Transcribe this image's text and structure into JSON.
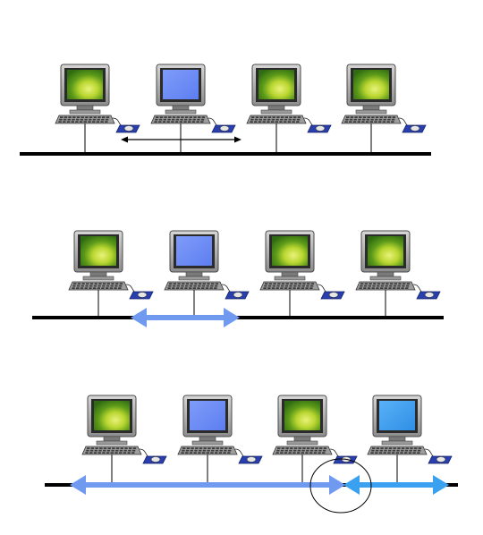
{
  "colors": {
    "background": "#ffffff",
    "bus": "#000000",
    "monitor_shell": "#b4b4b4",
    "monitor_shell_dark": "#6e6e6e",
    "screen_green_outer": "#2f6b12",
    "screen_green_inner": "#b9d630",
    "screen_blue": "#6f8ff7",
    "screen_lightblue": "#3f9ef2",
    "mouse_pad": "#2a3fae",
    "signal_blue": "#6f9af0",
    "signal_lightblue": "#3aa0f0",
    "collision_circle": "#000000"
  },
  "icons": {
    "computer": "desktop-computer-icon",
    "mouse": "mouse-icon",
    "collision": "collision-circle-icon"
  },
  "scenarios": [
    {
      "name": "single-transmission-start",
      "computers": [
        {
          "screen": "green",
          "shows_mouse": true
        },
        {
          "screen": "blue",
          "shows_mouse": true
        },
        {
          "screen": "green",
          "shows_mouse": true
        },
        {
          "screen": "green",
          "shows_mouse": true
        }
      ],
      "signal": {
        "style": "thin-double-arrow",
        "from_computer": 1,
        "spread": "short"
      }
    },
    {
      "name": "single-transmission-propagating",
      "computers": [
        {
          "screen": "green",
          "shows_mouse": true
        },
        {
          "screen": "blue",
          "shows_mouse": true
        },
        {
          "screen": "green",
          "shows_mouse": true
        },
        {
          "screen": "green",
          "shows_mouse": true
        }
      ],
      "signal": {
        "style": "thick-double-arrow",
        "from_computer": 1,
        "spread": "medium"
      }
    },
    {
      "name": "collision",
      "computers": [
        {
          "screen": "green",
          "shows_mouse": true
        },
        {
          "screen": "blue",
          "shows_mouse": true
        },
        {
          "screen": "green",
          "shows_mouse": true
        },
        {
          "screen": "lightblue",
          "shows_mouse": true
        }
      ],
      "signals": [
        {
          "style": "thick-double-arrow",
          "from_computer": 1,
          "color": "signal_blue"
        },
        {
          "style": "thick-double-arrow",
          "from_computer": 3,
          "color": "signal_lightblue"
        }
      ],
      "collision_marker": true
    }
  ]
}
